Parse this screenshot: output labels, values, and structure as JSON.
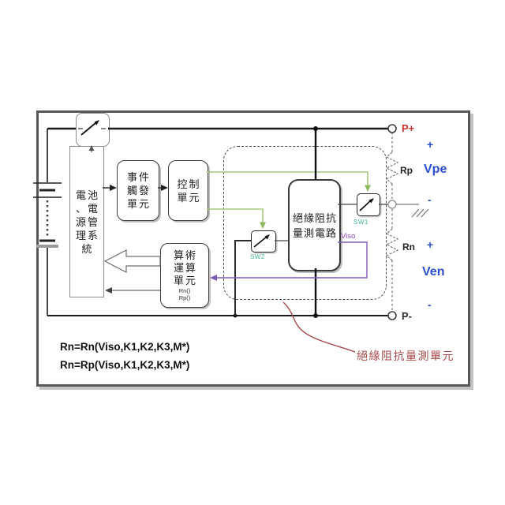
{
  "figure": {
    "type": "block-circuit-diagram",
    "description_visible_text_only": true
  },
  "boxes": {
    "bms": {
      "lines": [
        "電池",
        "、電",
        "源管",
        "理系",
        "統"
      ]
    },
    "event_trigger": {
      "lines": [
        "事件",
        "觸發",
        "單元"
      ]
    },
    "control_unit": {
      "lines": [
        "控制",
        "單元"
      ]
    },
    "arithmetic_unit": {
      "lines": [
        "算術",
        "運算",
        "單元"
      ],
      "sub_lines": [
        "Rn()",
        "Rp()"
      ]
    },
    "measurement_circuit": {
      "lines": [
        "絕緣阻抗",
        "量測電路"
      ]
    }
  },
  "switches": {
    "sw1": "SW1",
    "sw2": "SW2"
  },
  "signals": {
    "viso": "Viso"
  },
  "terminals": {
    "p_plus": "P+",
    "p_minus": "P-"
  },
  "resistors": {
    "rp": "Rp",
    "rn": "Rn"
  },
  "voltages": {
    "plus": "+",
    "minus": "-",
    "vpe": "Vpe",
    "ven": "Ven"
  },
  "annotation": {
    "label": "絕緣阻抗量測單元"
  },
  "formulas": [
    "Rn=Rn(Viso,K1,K2,K3,M*)",
    "Rn=Rp(Viso,K1,K2,K3,M*)"
  ],
  "colors": {
    "wire": "#1a1a1a",
    "green_wire": "#a6c87e",
    "switch_label_green": "#45b98c",
    "purple_wire": "#7e5bb5",
    "viso_purple": "#8a44c0",
    "voltage_blue": "#2b4fd0",
    "p_plus_red": "#d03030",
    "annotation_red": "#a84848",
    "frame_gray": "#58585a"
  }
}
